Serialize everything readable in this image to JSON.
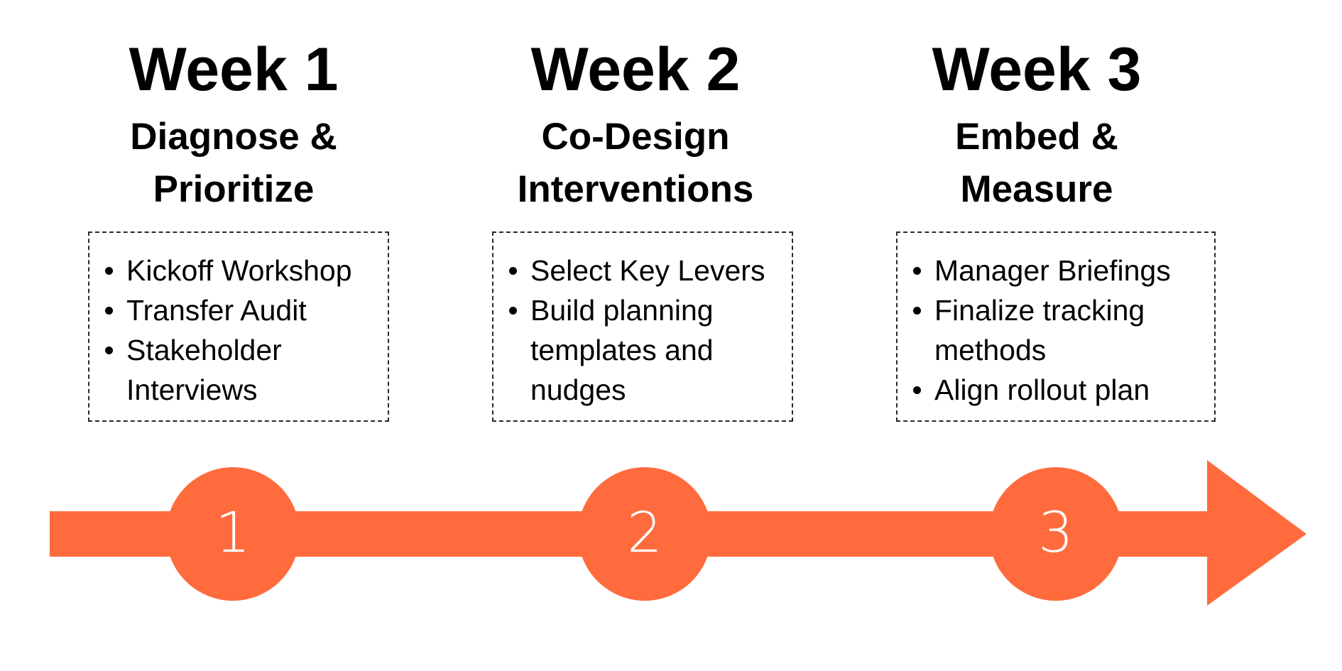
{
  "colors": {
    "accent": "#FF6B3D",
    "text": "#000000",
    "number": "#ffffff"
  },
  "weeks": [
    {
      "title": "Week 1",
      "subtitle": [
        "Diagnose &",
        "Prioritize"
      ],
      "items": [
        "Kickoff Workshop",
        "Transfer Audit",
        "Stakeholder Interviews"
      ],
      "step": "1"
    },
    {
      "title": "Week 2",
      "subtitle": [
        "Co-Design",
        "Interventions"
      ],
      "items": [
        "Select Key Levers",
        "Build planning templates and nudges"
      ],
      "step": "2"
    },
    {
      "title": "Week 3",
      "subtitle": [
        "Embed &",
        "Measure"
      ],
      "items": [
        "Manager Briefings",
        "Finalize tracking methods",
        "Align rollout plan"
      ],
      "step": "3"
    }
  ]
}
